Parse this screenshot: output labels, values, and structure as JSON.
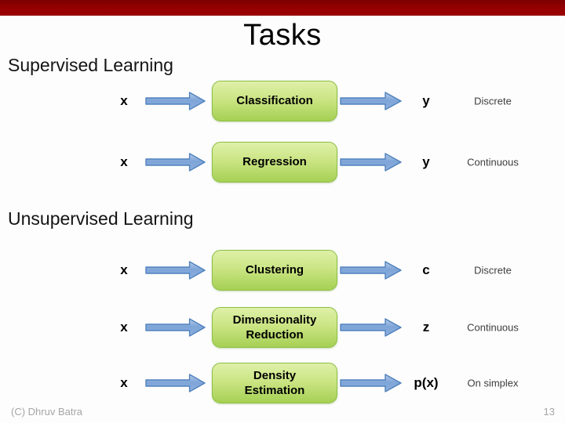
{
  "slide": {
    "title": "Tasks",
    "footer_left": "(C) Dhruv Batra",
    "page_number": "13"
  },
  "colors": {
    "top_bar": "#990000",
    "task_box_fill_top": "#dff0a8",
    "task_box_fill_bottom": "#a6d054",
    "task_box_border": "#8cbf44",
    "arrow_fill": "#7ea5d8",
    "arrow_border": "#4f81bd",
    "footer_text": "#a6a6a6"
  },
  "icons": {
    "flow_arrow": "right-block-arrow"
  },
  "sections": [
    {
      "heading": "Supervised Learning",
      "rows": [
        {
          "input": "x",
          "task": "Classification",
          "output": "y",
          "output_type": "Discrete"
        },
        {
          "input": "x",
          "task": "Regression",
          "output": "y",
          "output_type": "Continuous"
        }
      ]
    },
    {
      "heading": "Unsupervised Learning",
      "rows": [
        {
          "input": "x",
          "task": "Clustering",
          "output": "c",
          "output_type": "Discrete"
        },
        {
          "input": "x",
          "task": "Dimensionality Reduction",
          "output": "z",
          "output_type": "Continuous"
        },
        {
          "input": "x",
          "task": "Density Estimation",
          "output": "p(x)",
          "output_type": "On simplex"
        }
      ]
    }
  ]
}
